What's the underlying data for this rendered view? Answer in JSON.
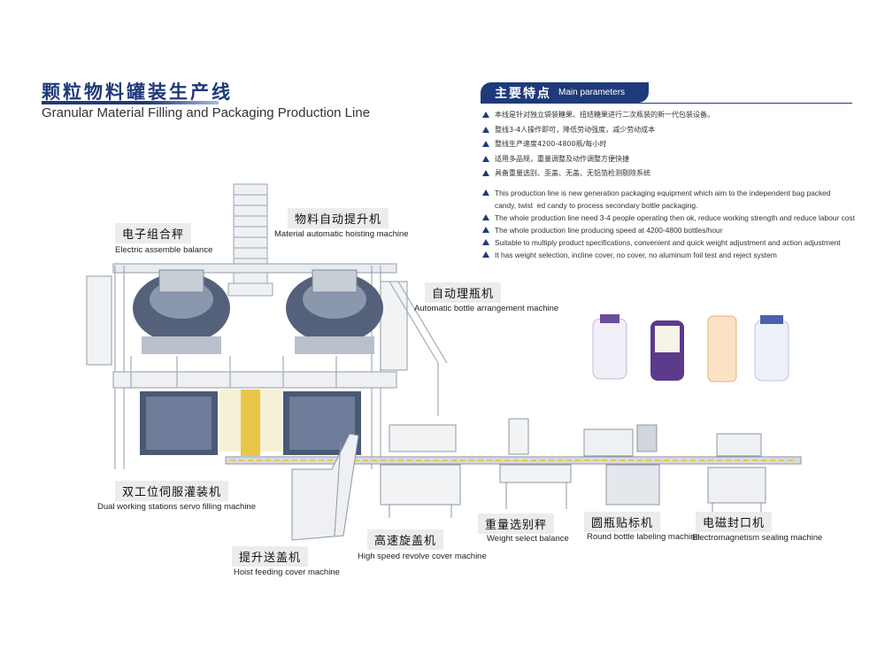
{
  "header": {
    "title_cn": "颗粒物料罐装生产线",
    "title_en": "Granular Material Filling and Packaging Production Line"
  },
  "params": {
    "heading_cn": "主要特点",
    "heading_en": "Main parameters",
    "items_cn": [
      "本线是针对独立袋装糖果、扭结糖果进行二次瓶装的新一代包装设备。",
      "整线3-4人操作即可，降低劳动强度，减少劳动成本",
      "整线生产速度4200-4800瓶/每小时",
      "适用多品规，重量调整及动作调整方便快捷",
      "具备重量选别、歪盖、无盖、无铝箔检测剔除系统"
    ],
    "items_en": [
      "This production line is new generation packaging equipment which aim to the independent bag packed\ncandy, twist  ed candy to process secondary bottle packaging.",
      "The whole production line need 3-4 people operating then ok, reduce working strength and reduce labour cost",
      "The whole production line producing speed at 4200-4800 bottles/hour",
      "Suitable to multiply product specifications, convenient and quick weight adjustment and action adjustment",
      "It has weight selection, incline cover, no cover, no aluminum foil test and reject system"
    ]
  },
  "labels": {
    "combination_scale": {
      "cn": "电子组合秤",
      "en": "Electric assemble balance"
    },
    "hoisting": {
      "cn": "物料自动提升机",
      "en": "Material automatic hoisting machine"
    },
    "bottle_arrange": {
      "cn": "自动理瓶机",
      "en": "Automatic bottle arrangement machine"
    },
    "servo_filling": {
      "cn": "双工位伺服灌装机",
      "en": "Dual working stations servo filling machine"
    },
    "hoist_cover": {
      "cn": "提升送盖机",
      "en": "Hoist feeding cover machine"
    },
    "capping": {
      "cn": "高速旋盖机",
      "en": "High speed revolve cover machine"
    },
    "weight_select": {
      "cn": "重量选别秤",
      "en": "Weight select balance"
    },
    "labeling": {
      "cn": "圆瓶贴标机",
      "en": "Round bottle labeling machine"
    },
    "sealing": {
      "cn": "电磁封口机",
      "en": "Electromagnetism sealing machine"
    }
  },
  "colors": {
    "brand": "#1f3a7a",
    "machine_steel": "#c8ced6",
    "machine_dark": "#3d4c66",
    "conveyor_yellow": "#e9c64a"
  }
}
